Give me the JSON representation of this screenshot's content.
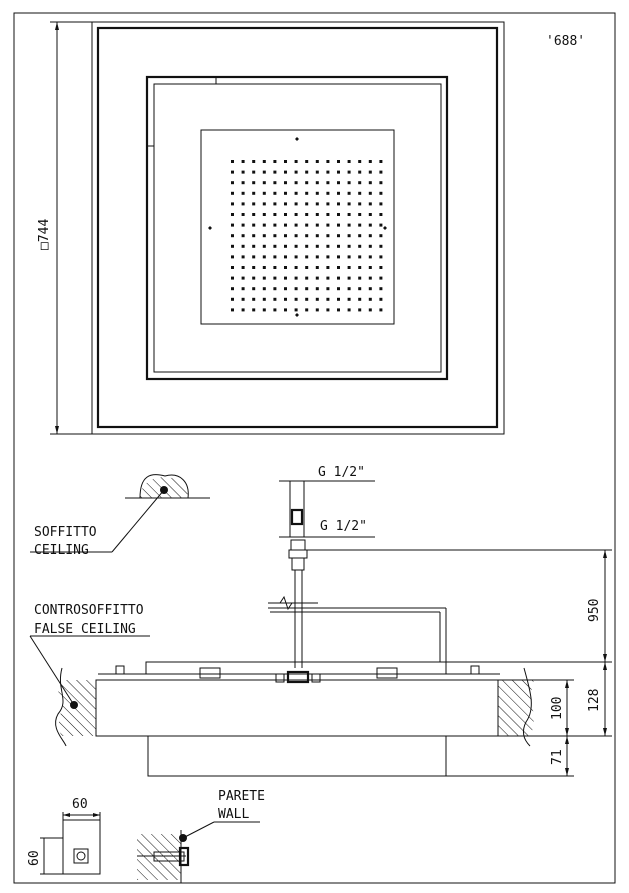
{
  "top_view": {
    "code_label": "'688'",
    "size_label": "□744"
  },
  "labels": {
    "connection_top": "G 1/2\"",
    "connection_bottom": "G 1/2\"",
    "soffitto": "SOFFITTO",
    "ceiling": "CEILING",
    "controsoffitto": "CONTROSOFFITTO",
    "false_ceiling": "FALSE CEILING",
    "parete": "PARETE",
    "wall": "WALL"
  },
  "dimensions": {
    "d950": "950",
    "d128": "128",
    "d100": "100",
    "d71": "71",
    "w60": "60",
    "h60": "60"
  }
}
